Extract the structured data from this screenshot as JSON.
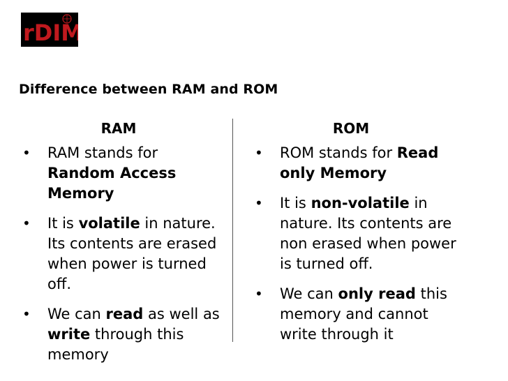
{
  "logo": {
    "name": "rdim-logo",
    "text": "rDIM",
    "color": "#c0191e"
  },
  "slide": {
    "title": "Difference between RAM and ROM"
  },
  "columns": [
    {
      "heading": "RAM",
      "bullets": [
        [
          {
            "text": "RAM stands for ",
            "bold": false
          },
          {
            "text": "Random Access Memory",
            "bold": true
          }
        ],
        [
          {
            "text": "It is ",
            "bold": false
          },
          {
            "text": "volatile",
            "bold": true
          },
          {
            "text": " in nature. Its contents are erased when power is turned off.",
            "bold": false
          }
        ],
        [
          {
            "text": "We can ",
            "bold": false
          },
          {
            "text": "read",
            "bold": true
          },
          {
            "text": " as well as ",
            "bold": false
          },
          {
            "text": "write",
            "bold": true
          },
          {
            "text": " through this memory",
            "bold": false
          }
        ]
      ]
    },
    {
      "heading": "ROM",
      "bullets": [
        [
          {
            "text": "ROM stands for ",
            "bold": false
          },
          {
            "text": "Read only Memory",
            "bold": true
          }
        ],
        [
          {
            "text": "It is ",
            "bold": false
          },
          {
            "text": "non-volatile",
            "bold": true
          },
          {
            "text": " in nature. Its contents are non erased when power is turned off.",
            "bold": false
          }
        ],
        [
          {
            "text": "We can ",
            "bold": false
          },
          {
            "text": "only read",
            "bold": true
          },
          {
            "text": " this memory and cannot write through it",
            "bold": false
          }
        ]
      ]
    }
  ],
  "bullet_glyph": "•"
}
